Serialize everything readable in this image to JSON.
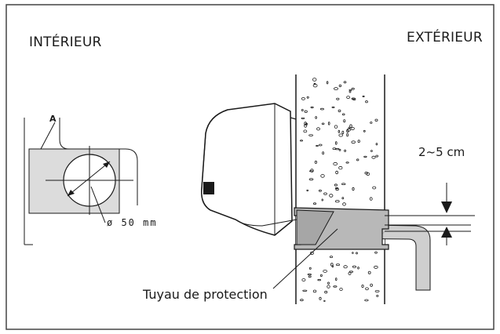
{
  "labels": {
    "interior": "INTÉRIEUR",
    "exterior": "EXTÉRIEUR",
    "marker_a": "A",
    "diameter": "ø 50 mm",
    "gap": "2~5 cm",
    "pipe": "Tuyau de protection"
  },
  "colors": {
    "line": "#1a1a1a",
    "panel_fill": "#dcdcdc",
    "wall_fill": "#ffffff",
    "sleeve_fill": "#b8b8b8",
    "pipe_fill": "#cfcfcf",
    "hatch": "#9a9a9a",
    "background": "#ffffff"
  }
}
